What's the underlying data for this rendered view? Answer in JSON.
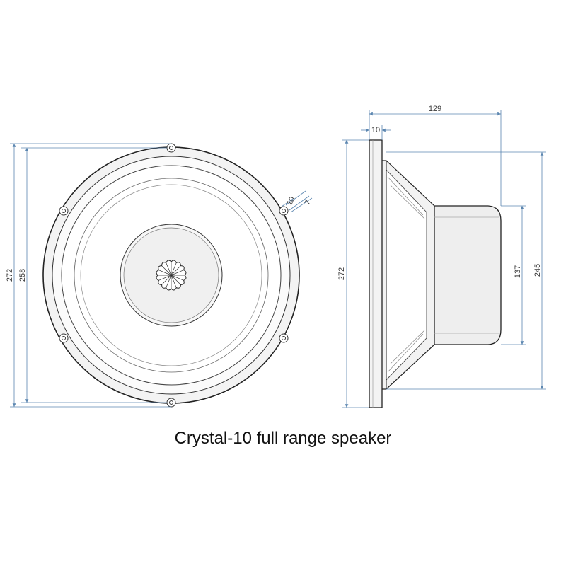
{
  "drawing": {
    "front_view": {
      "outer_diameter": "272",
      "mount_diameter": "258",
      "hole_dim_a": "10",
      "hole_dim_b": "7"
    },
    "side_view": {
      "overall_depth": "129",
      "flange_thickness": "10",
      "flange_height": "272",
      "frame_height": "245",
      "magnet_diameter": "137"
    },
    "colors": {
      "line": "#222222",
      "dimension": "#5b86b0",
      "fill": "#ededed"
    }
  },
  "caption": "Crystal-10 full range speaker"
}
